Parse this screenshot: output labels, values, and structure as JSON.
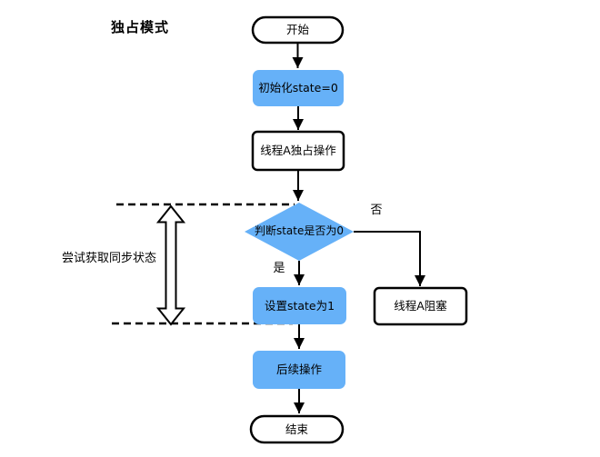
{
  "title": "独占模式",
  "colors": {
    "node_fill_blue": "#66b1f8",
    "node_fill_white": "#ffffff",
    "stroke": "#000000"
  },
  "nodes": {
    "start": {
      "label": "开始"
    },
    "init_state": {
      "label": "初始化state=0"
    },
    "thread_a_op": {
      "label": "线程A独占操作"
    },
    "decision": {
      "label": "判断state是否为0"
    },
    "set_state": {
      "label": "设置state为1"
    },
    "thread_a_blocked": {
      "label": "线程A阻塞"
    },
    "follow_up": {
      "label": "后续操作"
    },
    "end": {
      "label": "结束"
    }
  },
  "edge_labels": {
    "yes": "是",
    "no": "否"
  },
  "annotation": {
    "sync_state": "尝试获取同步状态"
  }
}
